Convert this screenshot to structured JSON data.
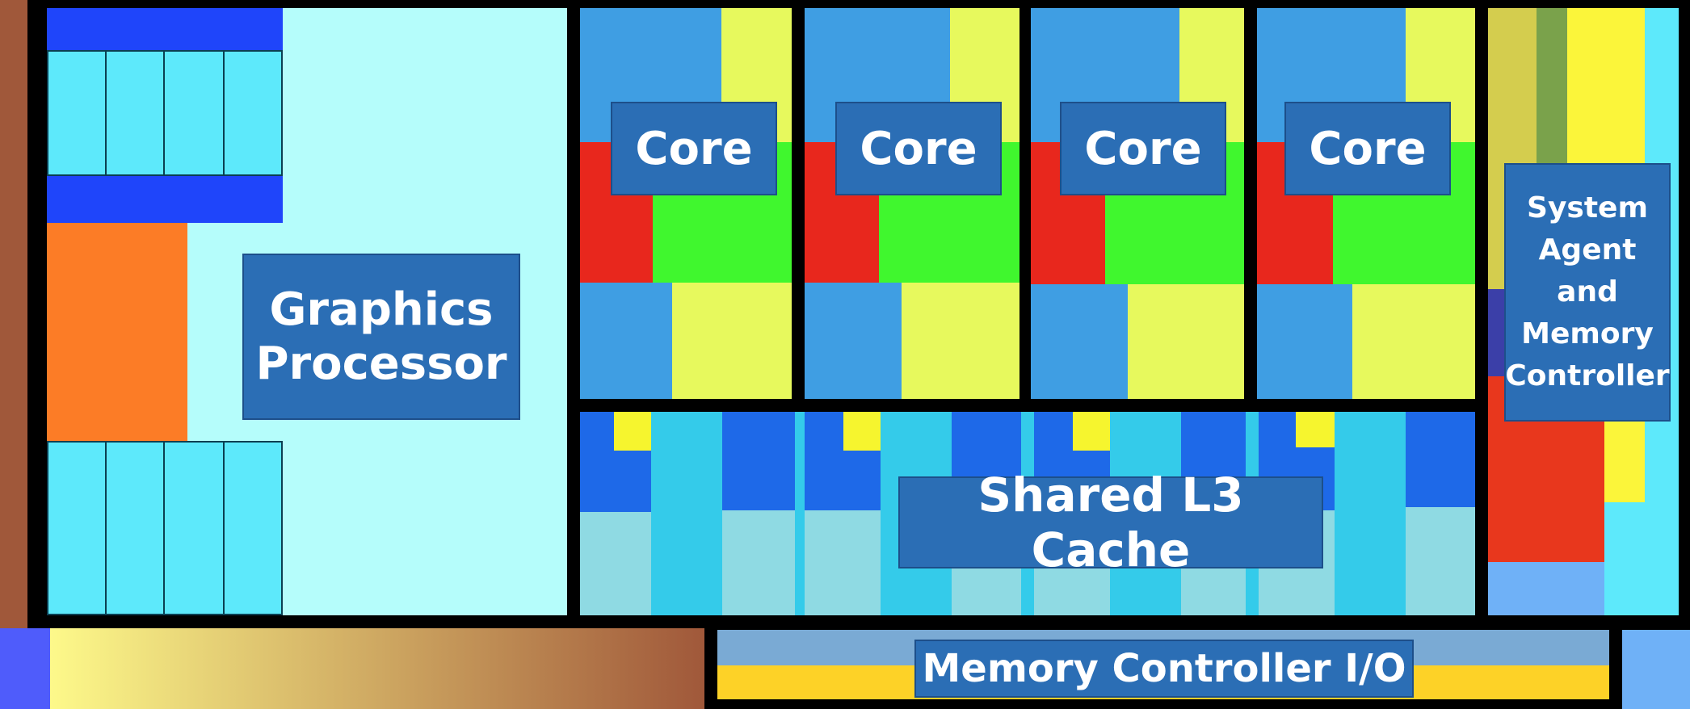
{
  "labels": {
    "graphics": "Graphics\nProcessor",
    "core": "Core",
    "l3": "Shared L3 Cache",
    "sa": "System\nAgent\nand\nMemory\nController",
    "mcio": "Memory Controller I/O"
  },
  "colors": {
    "frame": "#000000",
    "edge_brown": "#a0583a",
    "gpu_bg": "#b5fdfb",
    "gpu_blue": "#1f45fa",
    "gpu_cell": "#5de9fb",
    "gpu_orange": "#fc7c26",
    "core_blue": "#3f9ee3",
    "core_yellow": "#e7f95d",
    "core_red": "#e8271d",
    "core_green": "#40f72e",
    "cache_dark": "#1e69e8",
    "cache_mid": "#34cbea",
    "cache_light": "#8fdae3",
    "cache_yellow": "#f6f52e",
    "label_bg": "#2b6eb5",
    "mc_light": "#7aaad4",
    "mc_gold": "#fdd227",
    "gradient_start": "#fdf98a",
    "gradient_end": "#a0583a"
  }
}
